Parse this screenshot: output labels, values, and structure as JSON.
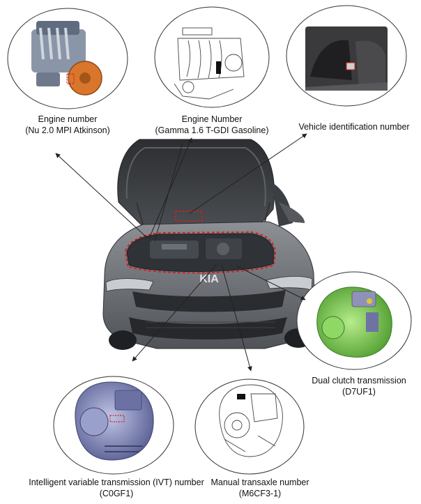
{
  "labels": {
    "engine_nu": {
      "line1": "Engine number",
      "line2": "(Nu 2.0 MPI Atkinson)"
    },
    "engine_gamma": {
      "line1": "Engine Number",
      "line2": "(Gamma 1.6 T-GDI Gasoline)"
    },
    "vin": {
      "line1": "Vehicle identification number"
    },
    "dct": {
      "line1": "Dual clutch transmission",
      "line2": "(D7UF1)"
    },
    "ivt": {
      "line1": "Intelligent variable transmission (IVT)  number",
      "line2": "(C0GF1)"
    },
    "mt": {
      "line1": "Manual transaxle number",
      "line2": "(M6CF3-1)"
    }
  },
  "car_badge": "KIA",
  "colors": {
    "callout_outline": "#333333",
    "highlight_dash": "#d42020",
    "car_body": "#6f7378",
    "engine_orange": "#d9762b",
    "transmission_green": "#7fcf55",
    "ivt_blue": "#7f86b8"
  }
}
